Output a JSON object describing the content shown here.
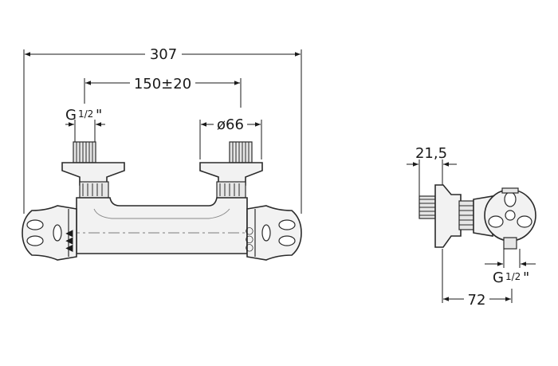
{
  "front_view": {
    "overall_width": "307",
    "inlet_spacing": "150±20",
    "thread_left": {
      "prefix": "G",
      "fraction": "1/2",
      "suffix": "\""
    },
    "flange_diameter": "ø66",
    "knob_marks_left": "▲▲▲",
    "knob_marks_right": "○○○"
  },
  "side_view": {
    "depth_dimension": "72",
    "flange_offset": "21,5",
    "thread_outlet": {
      "prefix": "G",
      "fraction": "1/2",
      "suffix": "\""
    }
  },
  "colors": {
    "line": "#1a1a1a",
    "body_fill": "#f2f2f2"
  }
}
